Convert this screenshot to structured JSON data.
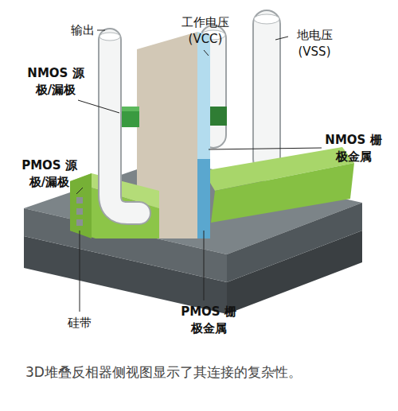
{
  "diagram": {
    "caption": "3D堆叠反相器侧视图显示了其连接的复杂性。",
    "labels": [
      "输出",
      "工作电压 (VCC)",
      "地电压 (VSS)",
      "NMOS 源极/漏极",
      "NMOS 栅极金属",
      "PMOS 源极/漏极",
      "硅带",
      "PMOS 栅极金属"
    ]
  }
}
